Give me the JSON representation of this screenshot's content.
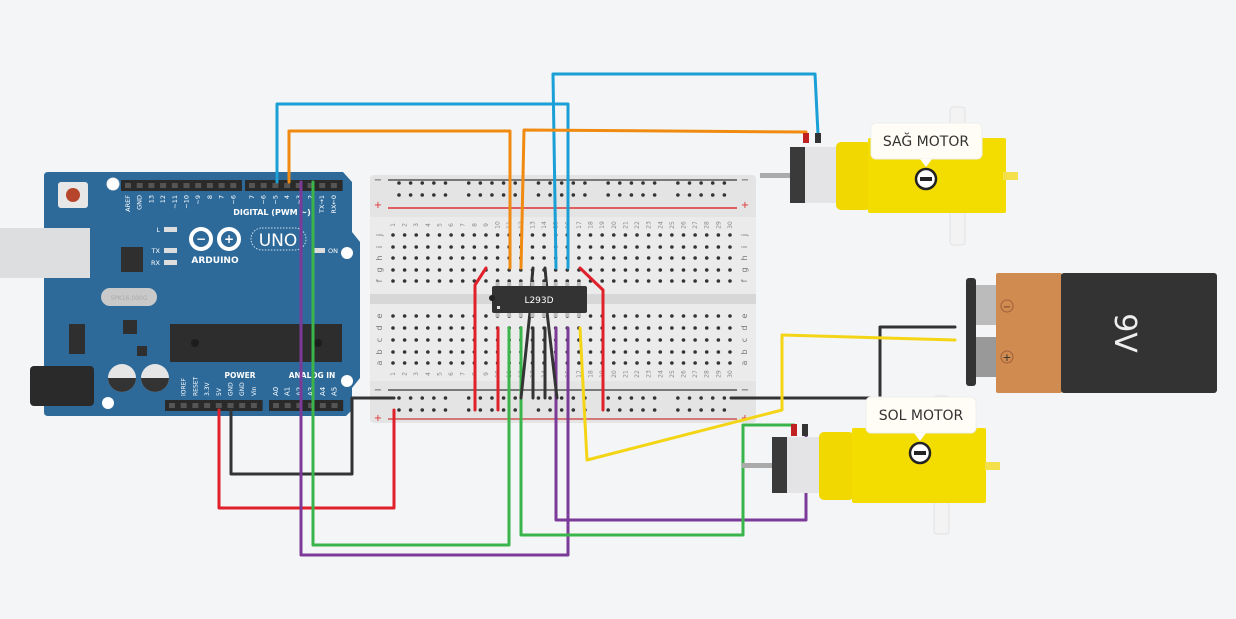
{
  "arduino": {
    "brand": "ARDUINO",
    "model": "UNO",
    "digital_label": "DIGITAL (PWM ~)",
    "power_label": "POWER",
    "analog_label": "ANALOG IN",
    "crystal_text": "SPK16.000G",
    "led_labels": [
      "L",
      "TX",
      "RX",
      "ON"
    ],
    "digital_pins": [
      "AREF",
      "GND",
      "13",
      "12",
      "~11",
      "~10",
      "~9",
      "8",
      "7",
      "~6",
      "~5",
      "4",
      "~3",
      "2",
      "TX→1",
      "RX←0"
    ],
    "power_pins": [
      "IOREF",
      "RESET",
      "3.3V",
      "5V",
      "GND",
      "GND",
      "Vin"
    ],
    "analog_pins": [
      "A0",
      "A1",
      "A2",
      "A3",
      "A4",
      "A5"
    ],
    "color": "#2d6a9a"
  },
  "breadboard": {
    "columns": [
      "1",
      "2",
      "3",
      "4",
      "5",
      "6",
      "7",
      "8",
      "9",
      "10",
      "11",
      "12",
      "13",
      "14",
      "15",
      "16",
      "17",
      "18",
      "19",
      "20",
      "21",
      "22",
      "23",
      "24",
      "25",
      "26",
      "27",
      "28",
      "29",
      "30"
    ],
    "top_rows": [
      "j",
      "i",
      "h",
      "g",
      "f"
    ],
    "bottom_rows": [
      "e",
      "d",
      "c",
      "b",
      "a"
    ],
    "rail_minus": "−",
    "rail_plus": "+"
  },
  "chip": {
    "label": "L293D"
  },
  "motors": [
    {
      "label": "SAĞ MOTOR"
    },
    {
      "label": "SOL MOTOR"
    }
  ],
  "battery": {
    "label": "9V",
    "minus": "−",
    "plus": "+"
  },
  "wire_colors": {
    "red": "#e0202a",
    "black": "#333333",
    "blue": "#1a9fd6",
    "orange": "#f08a10",
    "purple": "#7b3a98",
    "green": "#3bb54a",
    "yellow": "#f4d516"
  }
}
